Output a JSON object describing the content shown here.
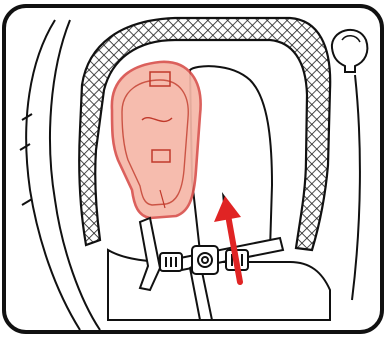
{
  "figure": {
    "colors": {
      "background": "#ffffff",
      "line": "#111111",
      "highlight_fill": "#f6b7a8",
      "highlight_stroke": "#d9534f",
      "arrow": "#e02424",
      "mesh": "#222222"
    },
    "icons": [
      "seat-frame",
      "headrest-mesh",
      "rounded-knob-icon",
      "highlighted-pad",
      "harness-strap",
      "harness-buckle",
      "center-adjuster",
      "upward-arrow-icon"
    ]
  }
}
